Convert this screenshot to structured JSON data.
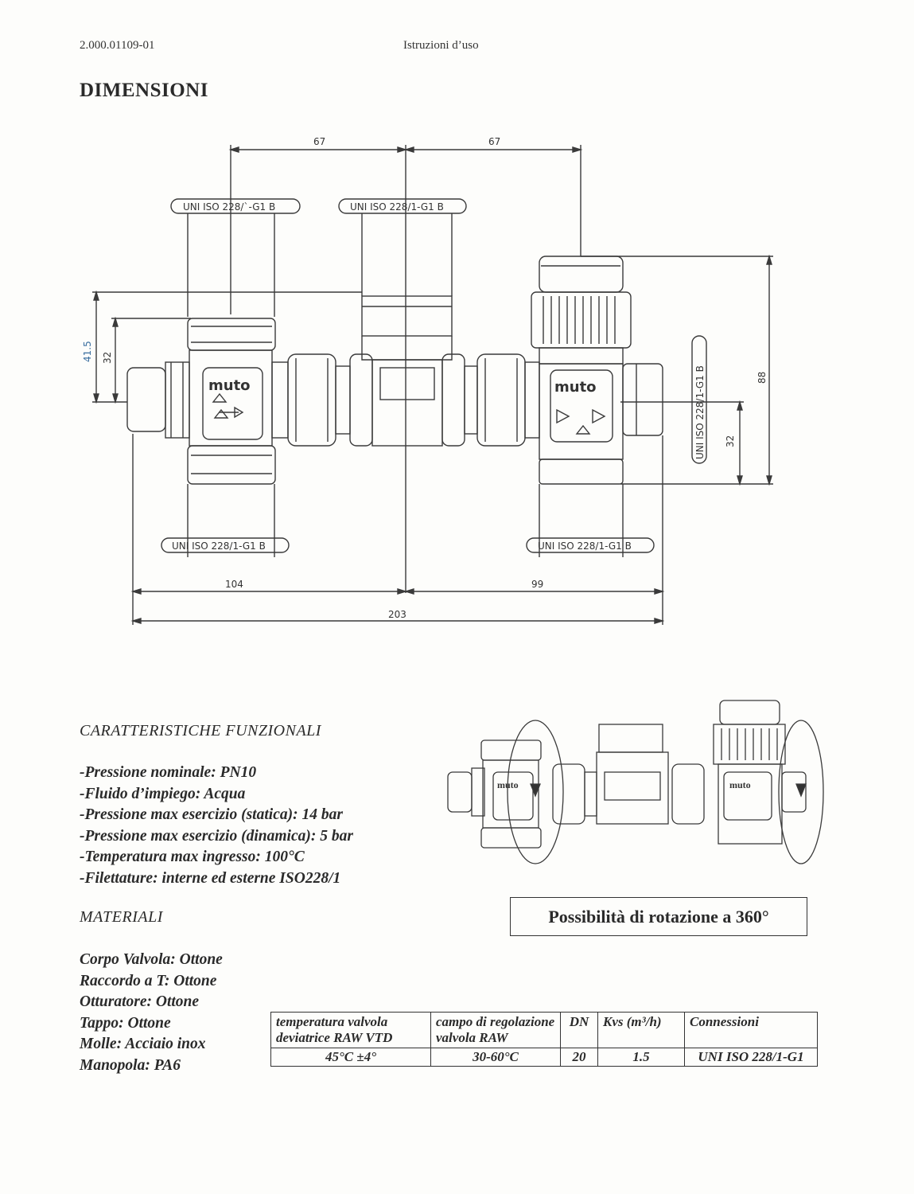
{
  "header": {
    "doc_code": "2.000.01109-01",
    "doc_type": "Istruzioni d’uso"
  },
  "title": "DIMENSIONI",
  "drawing": {
    "labels": {
      "top_left": "UNI ISO 228/`-G1 B",
      "top_mid": "UNI ISO 228/1-G1 B",
      "bottom_left": "UNI ISO 228/1-G1 B",
      "bottom_right": "UNI ISO 228/1-G1 B",
      "right_vertical": "UNI ISO 228/1-G1 B",
      "brand": "muto"
    },
    "dimensions": {
      "top_left": "67",
      "top_right": "67",
      "left_outer": "41.5",
      "left_inner": "32",
      "right_outer": "88",
      "right_inner": "32",
      "bottom_left": "104",
      "bottom_right": "99",
      "bottom_total": "203"
    }
  },
  "features": {
    "heading": "CARATTERISTICHE FUNZIONALI",
    "items": [
      "-Pressione nominale: PN10",
      "-Fluido d’impiego: Acqua",
      "-Pressione max esercizio (statica): 14 bar",
      "-Pressione max esercizio (dinamica): 5 bar",
      "-Temperatura max ingresso: 100°C",
      "-Filettature: interne ed esterne ISO228/1"
    ]
  },
  "materials": {
    "heading": "MATERIALI",
    "items": [
      "Corpo Valvola: Ottone",
      "Raccordo a T: Ottone",
      "Otturatore: Ottone",
      "Tappo: Ottone",
      "Molle: Acciaio inox",
      "Manopola: PA6"
    ]
  },
  "rotation_caption": "Possibilità di rotazione a 360°",
  "table": {
    "headers": [
      "temperatura valvola deviatrice RAW VTD",
      "campo di regolazione valvola RAW",
      "DN",
      "Kvs (m³/h)",
      "Connessioni"
    ],
    "row": [
      "45°C  ±4°",
      "30-60°C",
      "20",
      "1.5",
      "UNI ISO 228/1-G1"
    ]
  }
}
